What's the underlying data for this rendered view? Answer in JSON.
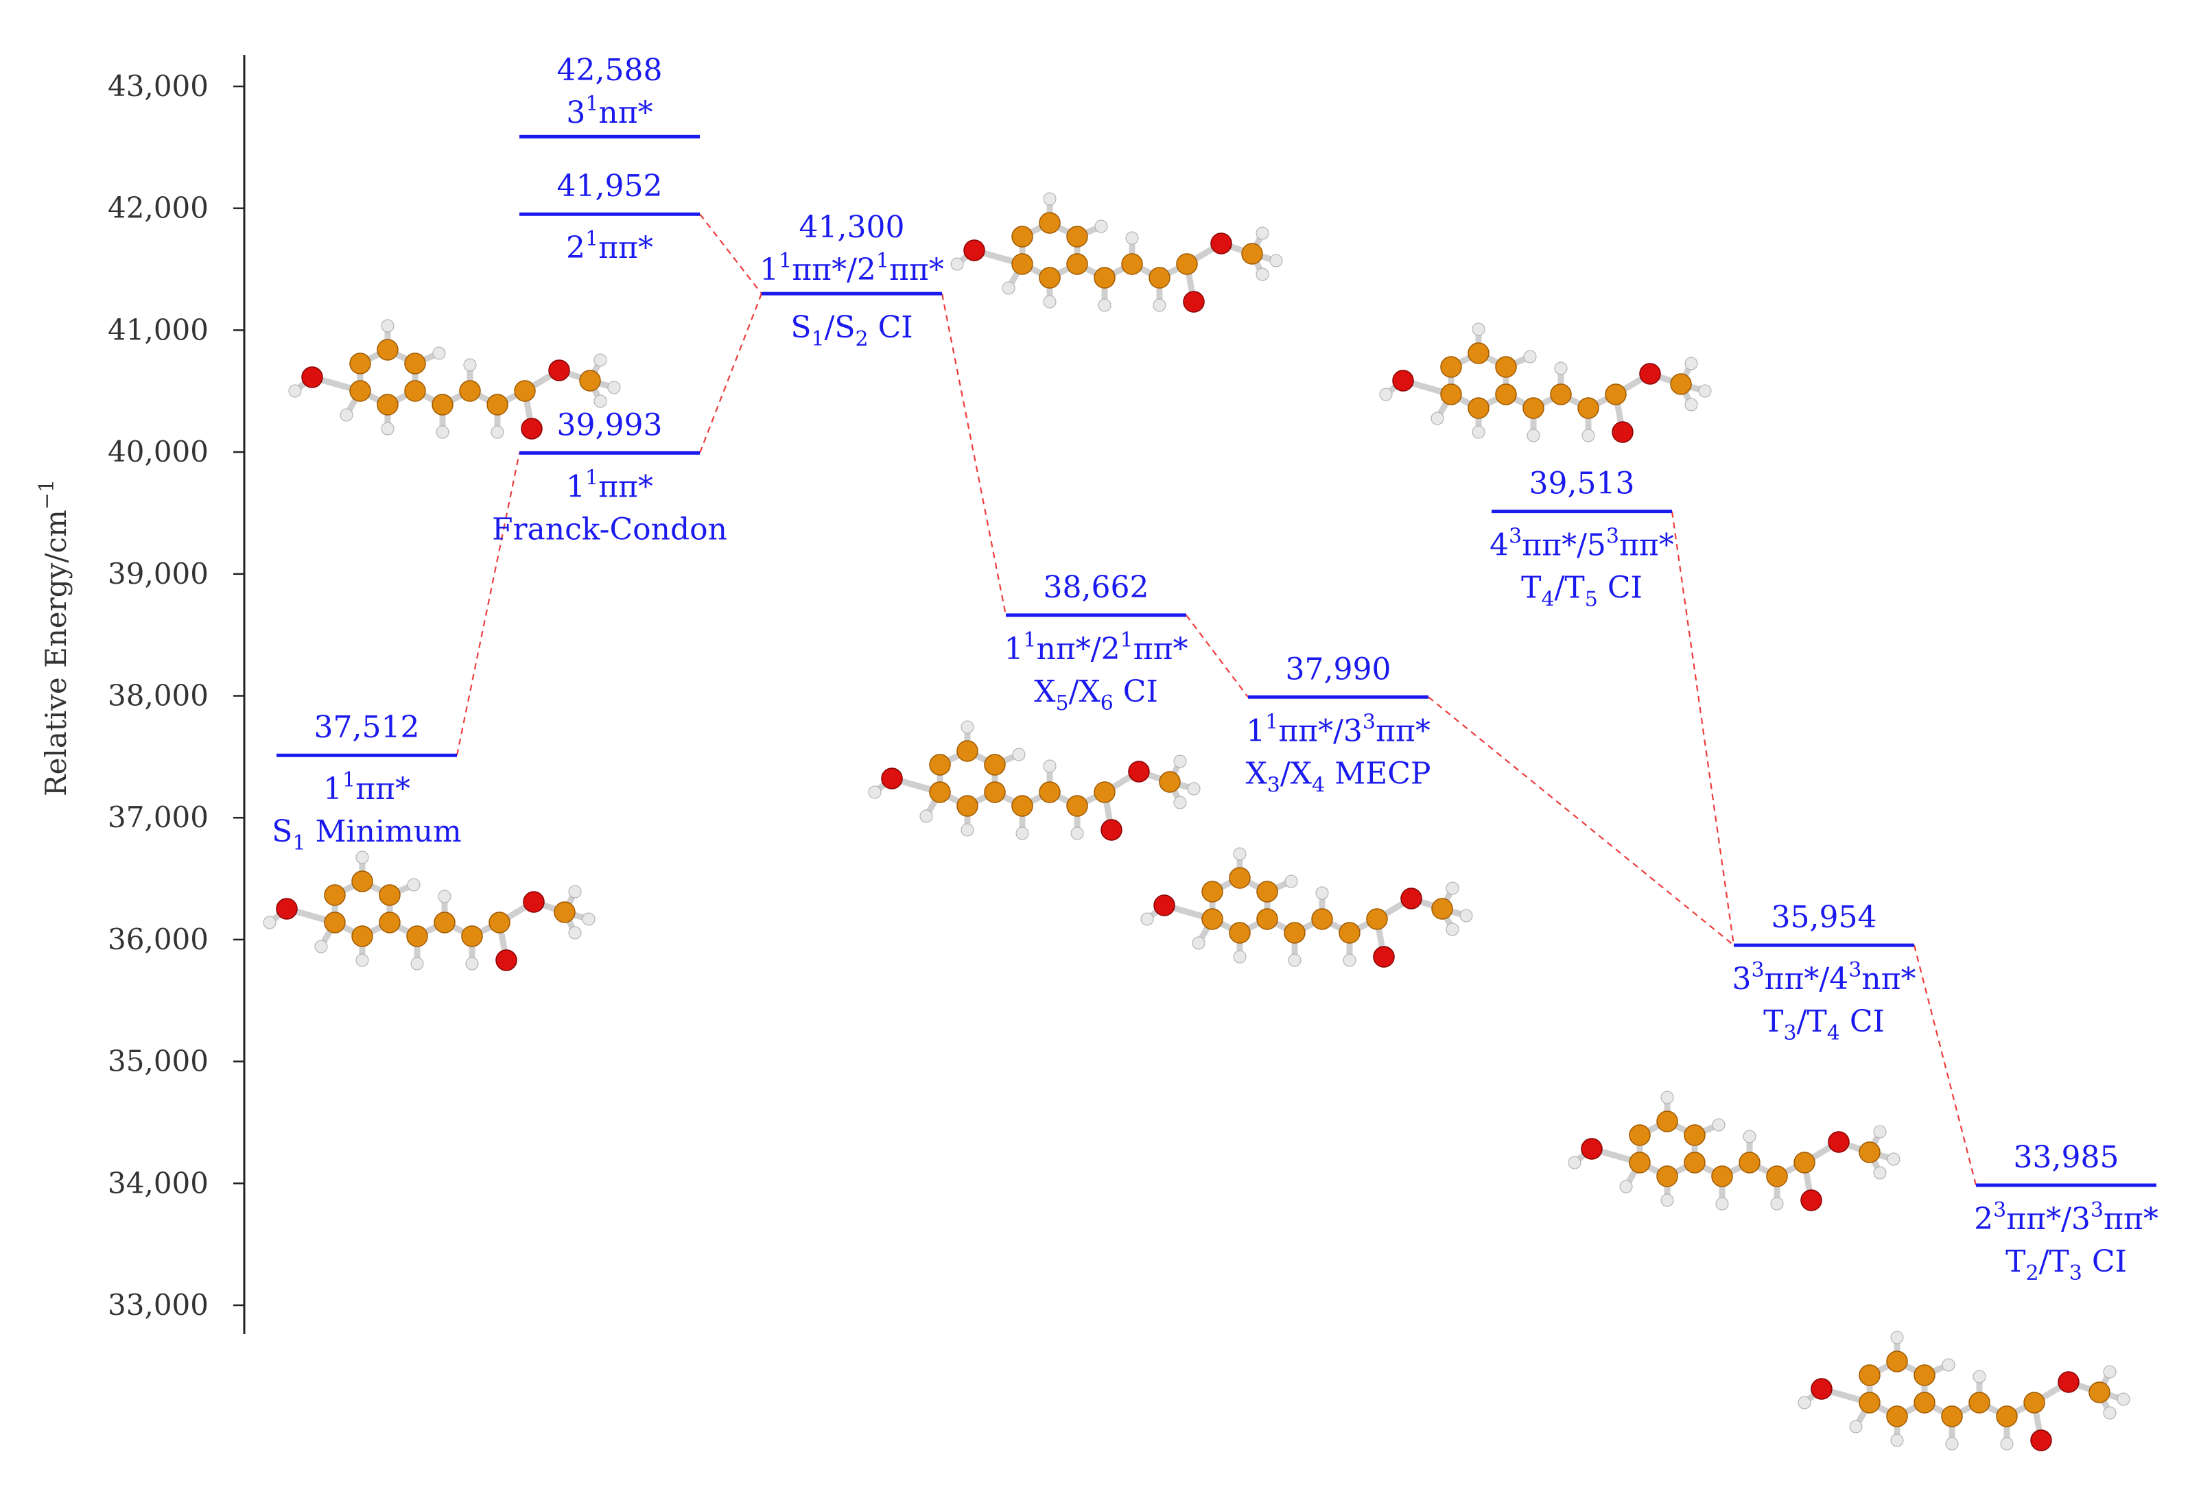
{
  "chart_data": {
    "type": "energy-level diagram",
    "ylabel": "Relative Energy/cm",
    "ylabel_superscript": "−1",
    "ylim": [
      33000,
      43000
    ],
    "yticks": [
      "33,000",
      "34,000",
      "35,000",
      "36,000",
      "37,000",
      "38,000",
      "39,000",
      "40,000",
      "41,000",
      "42,000",
      "43,000"
    ],
    "ytick_values": [
      33000,
      34000,
      35000,
      36000,
      37000,
      38000,
      39000,
      40000,
      41000,
      42000,
      43000
    ],
    "level_color": "#1a1aee",
    "connector_color": "#ee3b3b",
    "levels": [
      {
        "id": "s1min",
        "energy": 37512,
        "value_label": "37,512",
        "lines": [
          [
            "1",
            "1",
            "ππ*"
          ],
          [
            "S",
            "1",
            " Minimum"
          ]
        ]
      },
      {
        "id": "fc",
        "energy": 39993,
        "value_label": "39,993",
        "lines": [
          [
            "1",
            "1",
            "ππ*"
          ],
          [
            "Franck-Condon"
          ]
        ]
      },
      {
        "id": "s2",
        "energy": 41952,
        "value_label": "41,952",
        "lines": [
          [
            "2",
            "1",
            "ππ*"
          ]
        ]
      },
      {
        "id": "s3",
        "energy": 42588,
        "value_label": "42,588",
        "lines": [
          [
            "3",
            "1",
            "nπ*"
          ]
        ]
      },
      {
        "id": "s1s2",
        "energy": 41300,
        "value_label": "41,300",
        "lines": [
          [
            "1",
            "1",
            "ππ*/2",
            "1",
            "ππ*"
          ],
          [
            "S",
            "1",
            "/S",
            "2",
            " CI"
          ]
        ]
      },
      {
        "id": "x5x6",
        "energy": 38662,
        "value_label": "38,662",
        "lines": [
          [
            "1",
            "1",
            "nπ*/2",
            "1",
            "ππ*"
          ],
          [
            "X",
            "5",
            "/X",
            "6",
            " CI"
          ]
        ]
      },
      {
        "id": "x3x4",
        "energy": 37990,
        "value_label": "37,990",
        "lines": [
          [
            "1",
            "1",
            "ππ*/3",
            "3",
            "ππ*"
          ],
          [
            "X",
            "3",
            "/X",
            "4",
            " MECP"
          ]
        ]
      },
      {
        "id": "t4t5",
        "energy": 39513,
        "value_label": "39,513",
        "lines": [
          [
            "4",
            "3",
            "ππ*/5",
            "3",
            "ππ*"
          ],
          [
            "T",
            "4",
            "/T",
            "5",
            " CI"
          ]
        ]
      },
      {
        "id": "t3t4",
        "energy": 35954,
        "value_label": "35,954",
        "lines": [
          [
            "3",
            "3",
            "ππ*/4",
            "3",
            "nπ*"
          ],
          [
            "T",
            "3",
            "/T",
            "4",
            " CI"
          ]
        ]
      },
      {
        "id": "t2t3",
        "energy": 33985,
        "value_label": "33,985",
        "lines": [
          [
            "2",
            "3",
            "ππ*/3",
            "3",
            "ππ*"
          ],
          [
            "T",
            "2",
            "/T",
            "3",
            " CI"
          ]
        ]
      }
    ],
    "connections": [
      [
        "s1min",
        "fc"
      ],
      [
        "fc",
        "s1s2"
      ],
      [
        "s2",
        "s1s2"
      ],
      [
        "s1s2",
        "x5x6"
      ],
      [
        "x5x6",
        "x3x4"
      ],
      [
        "x3x4",
        "t3t4"
      ],
      [
        "t4t5",
        "t3t4"
      ],
      [
        "t3t4",
        "t2t3"
      ]
    ],
    "molecule_colors": {
      "carbon": "#e08a10",
      "oxygen": "#dd1010",
      "hydrogen": "#e8e8e8",
      "bond": "#cfcfcf"
    }
  }
}
